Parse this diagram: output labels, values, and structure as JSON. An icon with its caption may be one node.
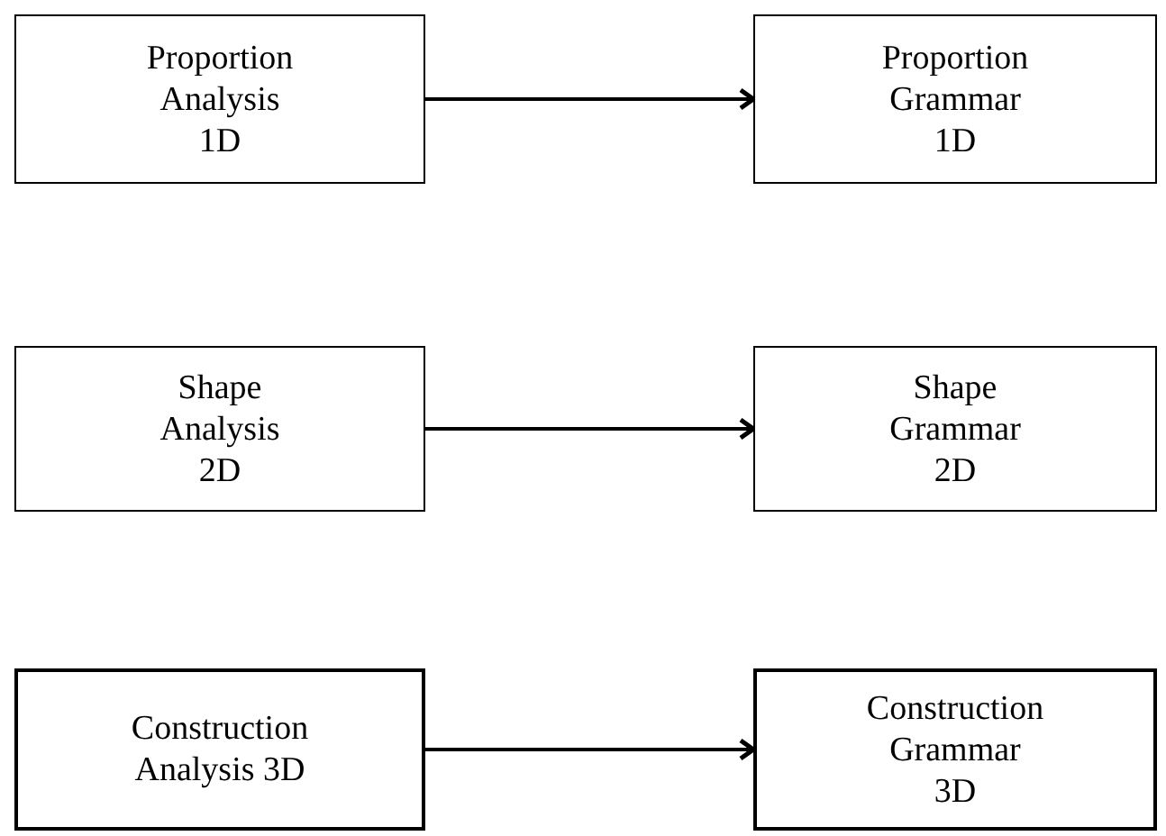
{
  "diagram": {
    "nodes": [
      {
        "text": [
          "Proportion Analysis 1D"
        ]
      },
      {
        "text": [
          "Proportion Grammar 1D"
        ]
      },
      {
        "text": [
          "Shape Analysis 2D"
        ]
      },
      {
        "text": [
          "Shape Grammar 2D"
        ]
      },
      {
        "text": [
          "Construction Analysis 3D"
        ]
      },
      {
        "text": [
          "Construction Grammar 3D"
        ]
      }
    ],
    "edges": [
      {
        "from": 0,
        "to": 1,
        "arrow": "to"
      },
      {
        "from": 2,
        "to": 3,
        "arrow": "to"
      },
      {
        "from": 4,
        "to": 5,
        "arrow": "to"
      }
    ]
  }
}
